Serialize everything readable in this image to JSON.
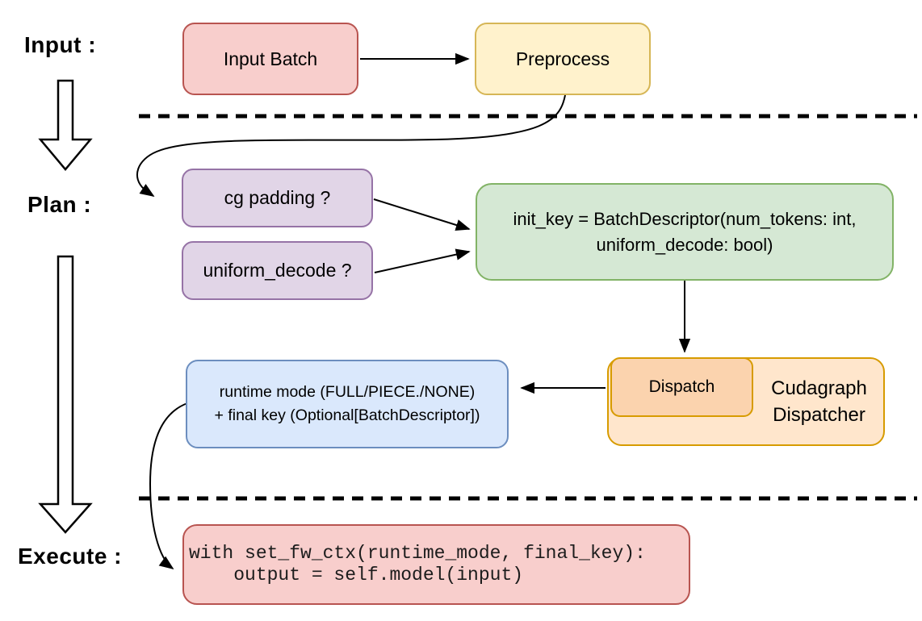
{
  "stage_labels": {
    "input": "Input :",
    "plan": "Plan :",
    "execute": "Execute :"
  },
  "nodes": {
    "input_batch": {
      "label": "Input Batch",
      "fill": "#f8cecc",
      "stroke": "#b85450"
    },
    "preprocess": {
      "label": "Preprocess",
      "fill": "#fff2cc",
      "stroke": "#d6b656"
    },
    "cg_padding": {
      "label": "cg padding ?",
      "fill": "#e1d5e7",
      "stroke": "#9673a6"
    },
    "uniform_decode": {
      "label": "uniform_decode ?",
      "fill": "#e1d5e7",
      "stroke": "#9673a6"
    },
    "init_key": {
      "line1": "init_key = BatchDescriptor(num_tokens: int,",
      "line2": "uniform_decode: bool)",
      "fill": "#d5e8d4",
      "stroke": "#82b366"
    },
    "dispatch": {
      "label": "Dispatch",
      "fill": "#fbd3ae",
      "stroke": "#d79b00"
    },
    "cudagraph_dispatcher": {
      "line1": "Cudagraph",
      "line2": "Dispatcher",
      "fill": "#ffe6cc",
      "stroke": "#d79b00"
    },
    "runtime_mode": {
      "line1": "runtime mode (FULL/PIECE./NONE)",
      "line2": "+ final key (Optional[BatchDescriptor])",
      "fill": "#dae8fc",
      "stroke": "#6c8ebf"
    },
    "execute_code": {
      "line1": "with set_fw_ctx(runtime_mode, final_key):",
      "line2": "    output = self.model(input)",
      "fill": "#f8cecc",
      "stroke": "#b85450"
    }
  },
  "connector_color": "#000000"
}
